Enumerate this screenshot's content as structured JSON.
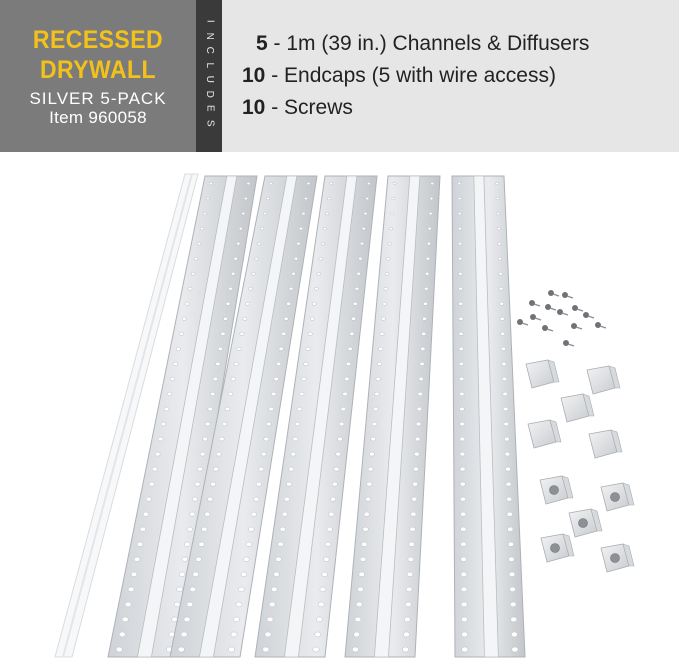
{
  "header": {
    "title_line1": "RECESSED",
    "title_line2": "DRYWALL",
    "subtitle": "SILVER 5-PACK",
    "item_number": "Item 960058",
    "includes_label": "INCLUDES",
    "items": [
      {
        "qty": "5",
        "sep": " - ",
        "desc": "1m (39 in.) Channels & Diffusers"
      },
      {
        "qty": "10",
        "sep": " - ",
        "desc": "Endcaps (5 with wire access)"
      },
      {
        "qty": "10",
        "sep": " - ",
        "desc": "Screws"
      }
    ]
  },
  "colors": {
    "title_yellow": "#f2c21a",
    "left_panel_gray": "#7b7b7b",
    "includes_bar_dark": "#3a3a3a",
    "right_panel_light": "#e6e6e6"
  }
}
